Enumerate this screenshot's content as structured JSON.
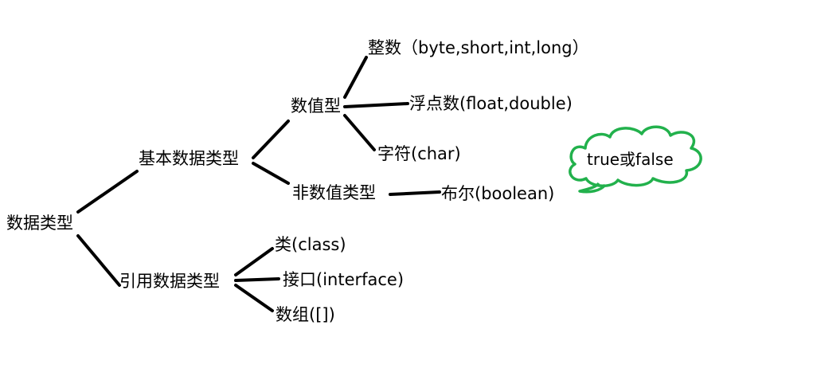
{
  "nodes": {
    "root": "数据类型",
    "basic": "基本数据类型",
    "reference": "引用数据类型",
    "numeric": "数值型",
    "non_numeric": "非数值类型",
    "integer": "整数（byte,short,int,long）",
    "float": "浮点数(float,double)",
    "char": "字符(char)",
    "boolean": "布尔(boolean)",
    "class": "类(class)",
    "interface": "接口(interface)",
    "array": "数组([])"
  },
  "callout": {
    "text": "true或false",
    "color": "#22b14c"
  },
  "colors": {
    "line": "#000000",
    "text": "#000000"
  }
}
